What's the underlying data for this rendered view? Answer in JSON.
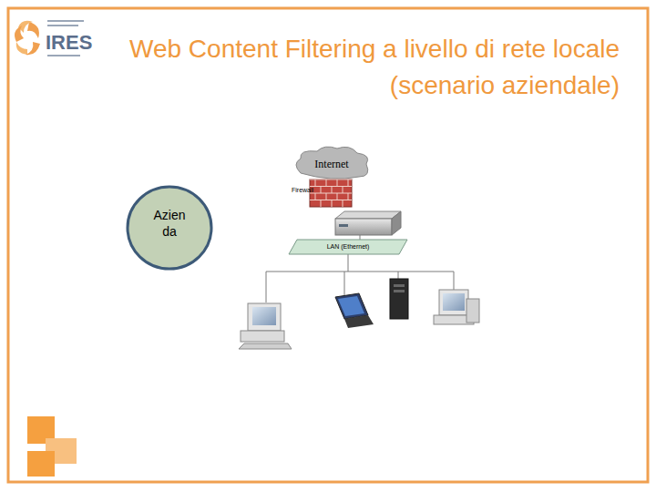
{
  "diagram": {
    "title": "Web Content Filtering a livello di rete locale (scenario aziendale)",
    "nodes": [
      {
        "text": [
          "Internet"
        ]
      },
      {
        "text": [
          "Firewall"
        ]
      },
      {
        "text": [
          "Azien da"
        ]
      },
      {
        "text": [
          "LAN (Ethernet)"
        ]
      }
    ],
    "labels": [
      "IRES"
    ]
  }
}
